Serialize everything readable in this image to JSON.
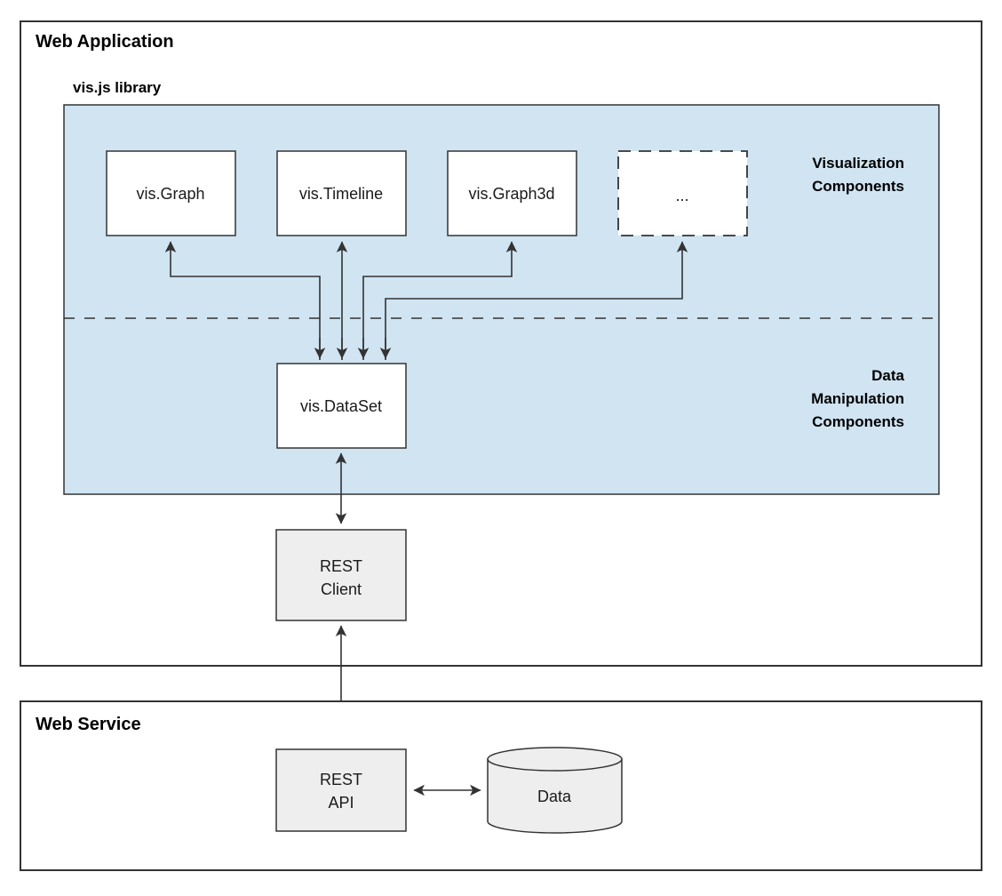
{
  "diagram": {
    "title_web_application": "Web Application",
    "title_web_service": "Web Service",
    "library_label": "vis.js library",
    "zones": {
      "visualization": {
        "line1": "Visualization",
        "line2": "Components"
      },
      "data_manipulation": {
        "line1": "Data",
        "line2": "Manipulation",
        "line3": "Components"
      }
    },
    "nodes": {
      "vis_graph": "vis.Graph",
      "vis_timeline": "vis.Timeline",
      "vis_graph3d": "vis.Graph3d",
      "more": "...",
      "vis_dataset": "vis.DataSet",
      "rest_client_line1": "REST",
      "rest_client_line2": "Client",
      "rest_api_line1": "REST",
      "rest_api_line2": "API",
      "data_store": "Data"
    },
    "colors": {
      "library_panel": "#d0e4f2",
      "node_white": "#ffffff",
      "node_gray": "#eeeeee",
      "border": "#333333",
      "text": "#000000"
    }
  }
}
